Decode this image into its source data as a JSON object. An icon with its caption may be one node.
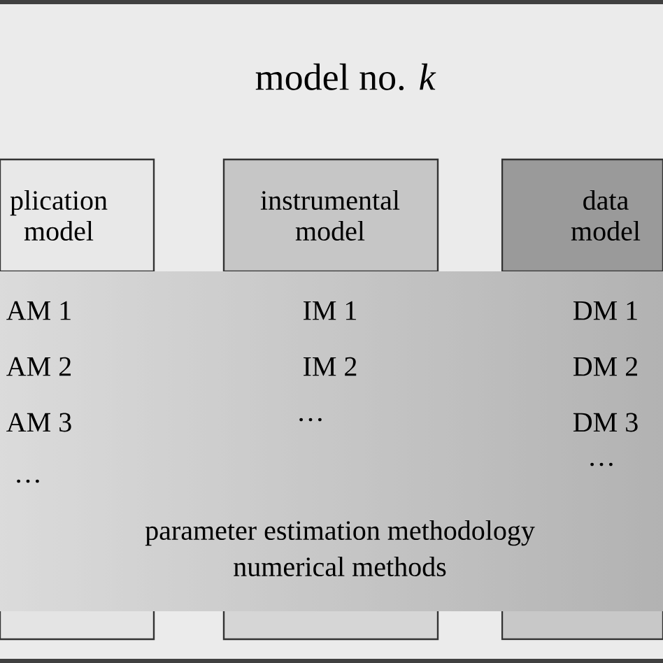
{
  "diagram": {
    "nodes": [
      {
        "text": [
          "model no. *k*"
        ]
      },
      {
        "text": [
          "plication model"
        ],
        "in": 0
      },
      {
        "text": [
          "instrumental model"
        ],
        "in": 0
      },
      {
        "text": [
          "data model"
        ],
        "in": 0
      },
      {
        "text": [
          "parameter estimation methodology",
          "numerical methods"
        ],
        "in": 0
      }
    ],
    "labels": [
      "AM 1",
      "IM 1",
      "DM 1",
      "AM 2",
      "IM 2",
      "DM 2",
      "AM 3",
      "…",
      "DM 3",
      "…",
      "…"
    ]
  }
}
